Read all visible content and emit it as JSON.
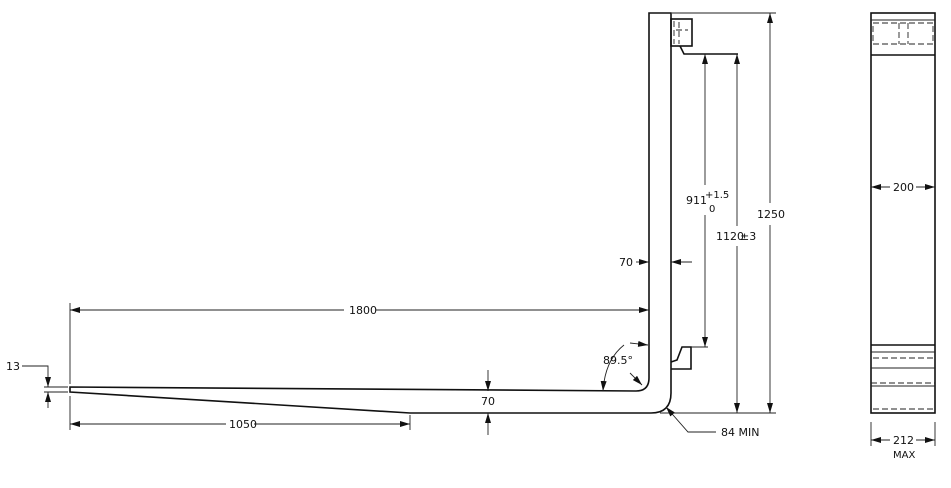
{
  "drawing": {
    "side_view": {
      "dimensions": {
        "overall_height": "1250",
        "carriage_height": "1120",
        "carriage_height_tolerance": "±3",
        "hook_spacing": "911",
        "hook_spacing_tol_upper": "+1.5",
        "hook_spacing_tol_lower": "0",
        "shank_thickness": "70",
        "blade_length": "1800",
        "taper_length": "1050",
        "blade_thickness": "70",
        "tip_thickness": "13",
        "angle": "89.5°",
        "bend_radius": "84 MIN"
      }
    },
    "front_view": {
      "dimensions": {
        "width": "200",
        "max_width": "212",
        "max_width_note": "MAX"
      }
    }
  }
}
